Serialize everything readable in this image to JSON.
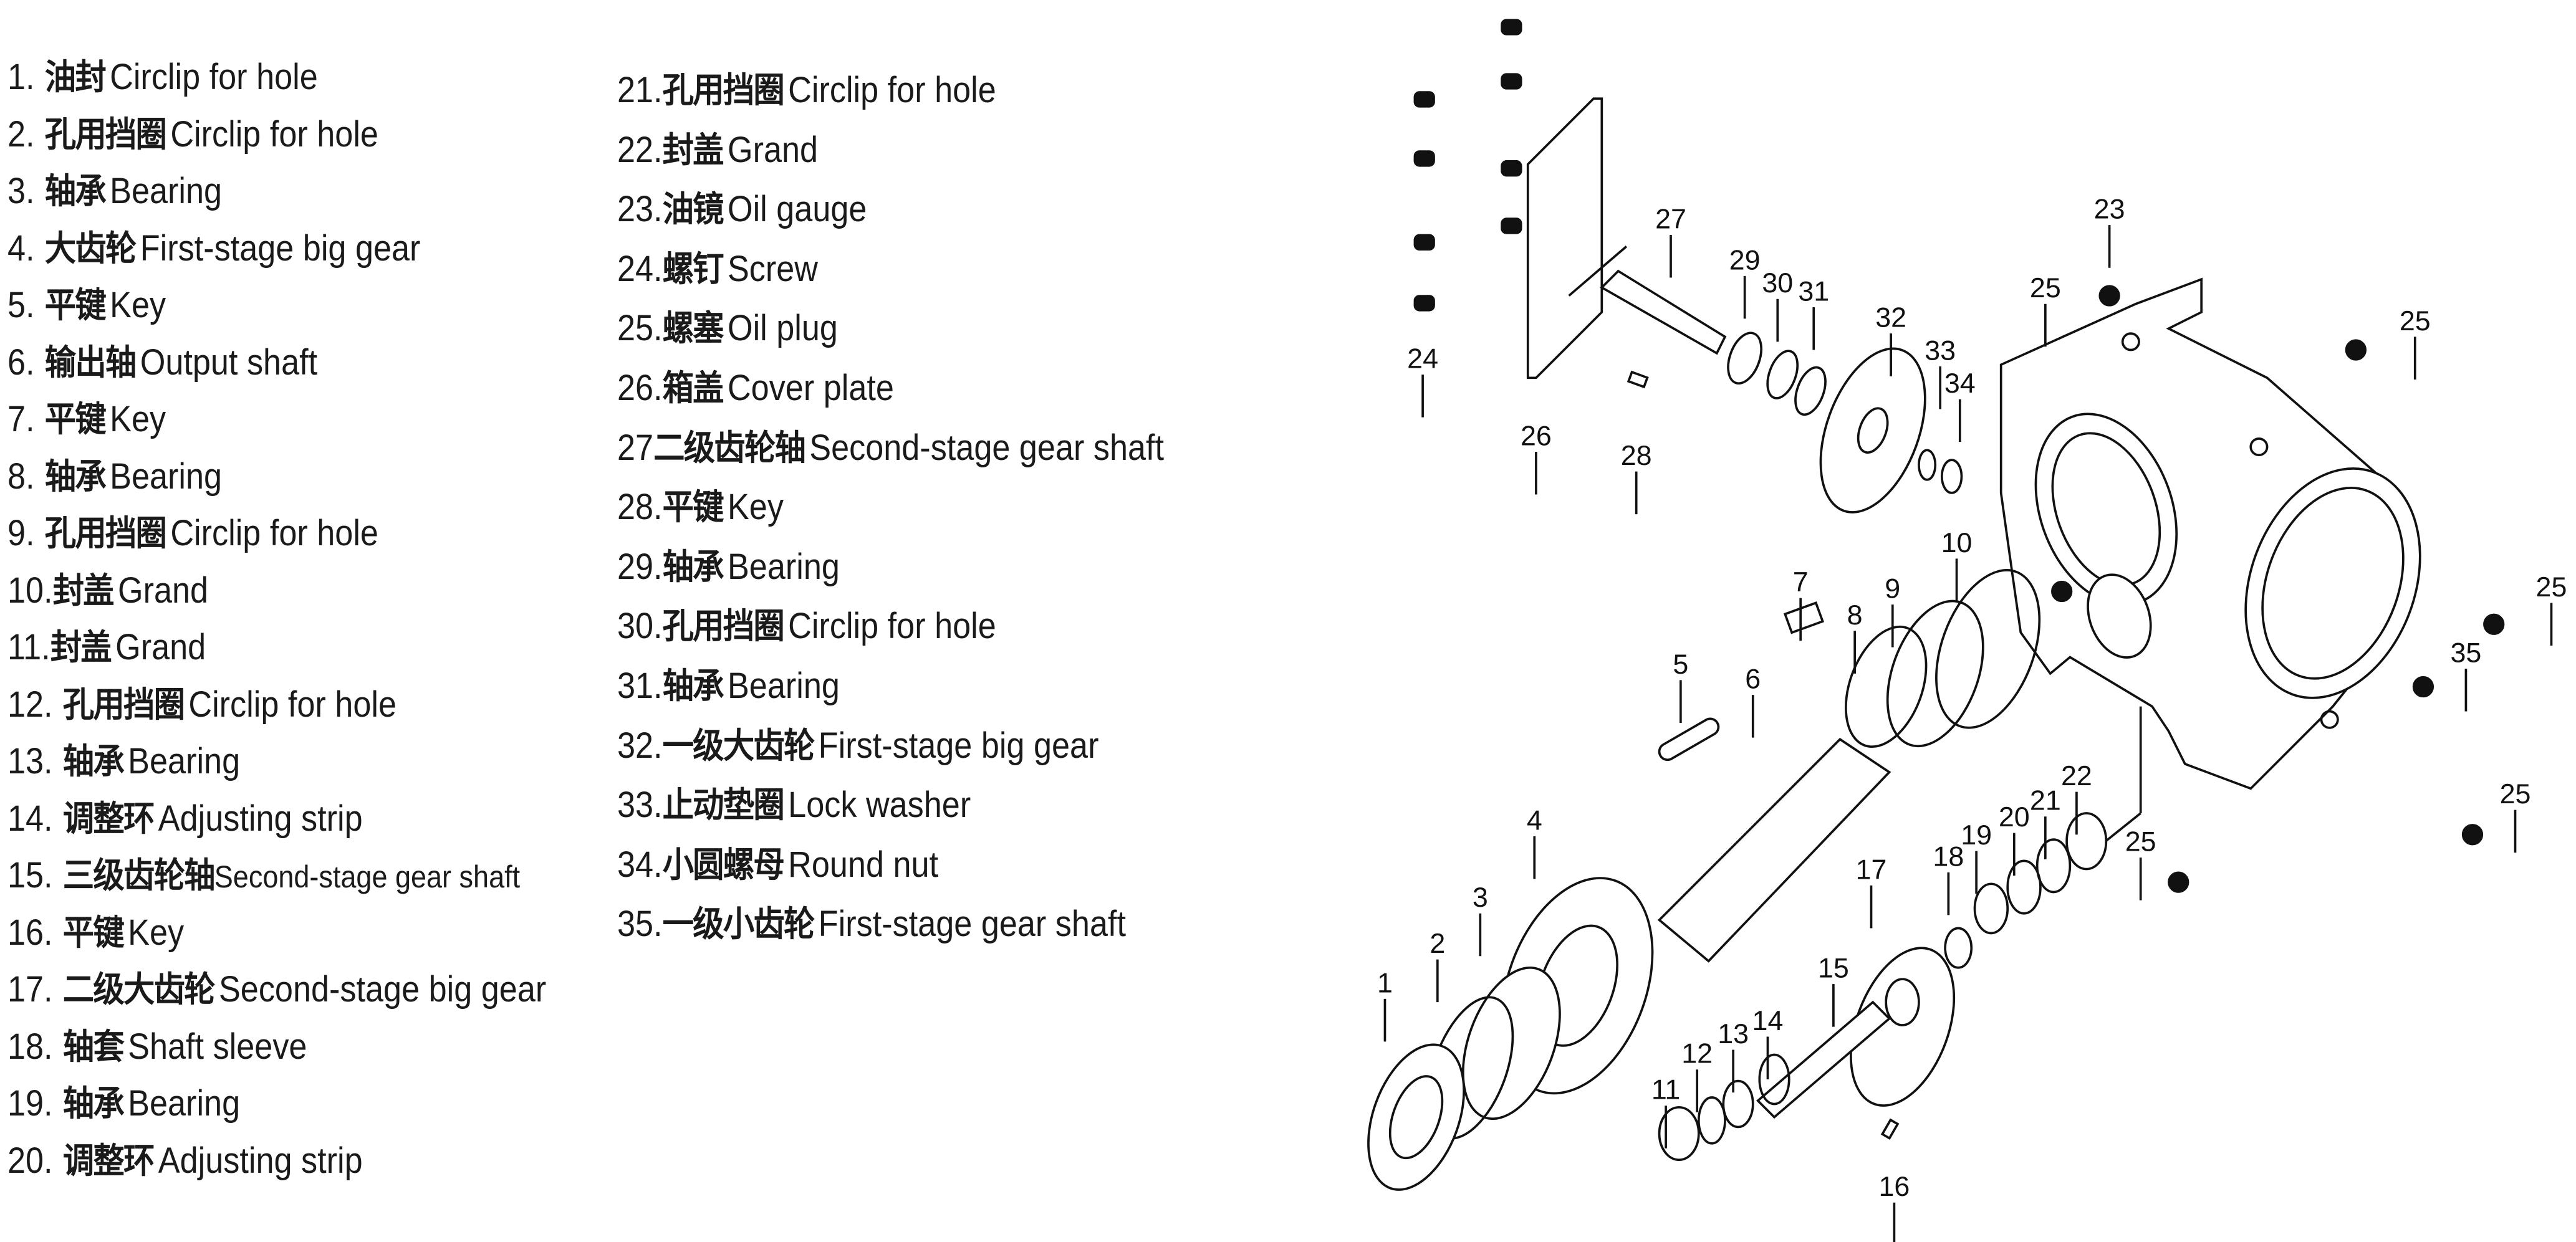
{
  "legend": [
    {
      "num": "1.",
      "cn": "油封",
      "en": "Circlip for hole"
    },
    {
      "num": "2.",
      "cn": "孔用挡圈",
      "en": "Circlip for hole"
    },
    {
      "num": "3.",
      "cn": "轴承",
      "en": "Bearing"
    },
    {
      "num": "4.",
      "cn": "大齿轮",
      "en": "First-stage big gear"
    },
    {
      "num": "5.",
      "cn": "平键",
      "en": "Key"
    },
    {
      "num": "6.",
      "cn": "输出轴",
      "en": "Output shaft"
    },
    {
      "num": "7.",
      "cn": "平键",
      "en": "Key"
    },
    {
      "num": "8.",
      "cn": "轴承",
      "en": "Bearing"
    },
    {
      "num": "9.",
      "cn": "孔用挡圈",
      "en": "Circlip for hole"
    },
    {
      "num": "10.",
      "cn": "封盖",
      "en": "Grand"
    },
    {
      "num": "11.",
      "cn": "封盖",
      "en": "Grand"
    },
    {
      "num": "12.",
      "cn": "孔用挡圈",
      "en": "Circlip for hole"
    },
    {
      "num": "13.",
      "cn": "轴承",
      "en": "Bearing"
    },
    {
      "num": "14.",
      "cn": "调整环",
      "en": "Adjusting strip"
    },
    {
      "num": "15.",
      "cn": "三级齿轮轴",
      "en": "Second-stage gear shaft"
    },
    {
      "num": "16.",
      "cn": "平键",
      "en": "Key"
    },
    {
      "num": "17.",
      "cn": "二级大齿轮",
      "en": "Second-stage big gear"
    },
    {
      "num": "18.",
      "cn": "轴套",
      "en": "Shaft sleeve"
    },
    {
      "num": "19.",
      "cn": "轴承",
      "en": "Bearing"
    },
    {
      "num": "20.",
      "cn": "调整环",
      "en": "Adjusting strip"
    },
    {
      "num": "21.",
      "cn": "孔用挡圈",
      "en": "Circlip for hole"
    },
    {
      "num": "22.",
      "cn": "封盖",
      "en": "Grand"
    },
    {
      "num": "23.",
      "cn": "油镜",
      "en": "Oil gauge"
    },
    {
      "num": "24.",
      "cn": "螺钉",
      "en": "Screw"
    },
    {
      "num": "25.",
      "cn": "螺塞",
      "en": "Oil plug"
    },
    {
      "num": "26.",
      "cn": "箱盖",
      "en": "Cover plate"
    },
    {
      "num": "27",
      "cn": "二级齿轮轴",
      "en": "Second-stage gear shaft"
    },
    {
      "num": "28.",
      "cn": "平键",
      "en": "Key"
    },
    {
      "num": "29.",
      "cn": "轴承",
      "en": "Bearing"
    },
    {
      "num": "30.",
      "cn": "孔用挡圈",
      "en": "Circlip for hole"
    },
    {
      "num": "31.",
      "cn": "轴承",
      "en": "Bearing"
    },
    {
      "num": "32.",
      "cn": "一级大齿轮",
      "en": "First-stage big gear"
    },
    {
      "num": "33.",
      "cn": "止动垫圈",
      "en": "Lock washer"
    },
    {
      "num": "34.",
      "cn": "小圆螺母",
      "en": "Round nut"
    },
    {
      "num": "35.",
      "cn": "一级小齿轮",
      "en": "First-stage gear shaft"
    }
  ],
  "callouts": [
    "24",
    "26",
    "27",
    "28",
    "29",
    "30",
    "31",
    "32",
    "33",
    "34",
    "23",
    "25",
    "25",
    "25",
    "35",
    "25",
    "25",
    "10",
    "9",
    "8",
    "7",
    "5",
    "6",
    "4",
    "3",
    "2",
    "1",
    "17",
    "18",
    "19",
    "20",
    "21",
    "22",
    "15",
    "14",
    "13",
    "12",
    "11",
    "16"
  ]
}
